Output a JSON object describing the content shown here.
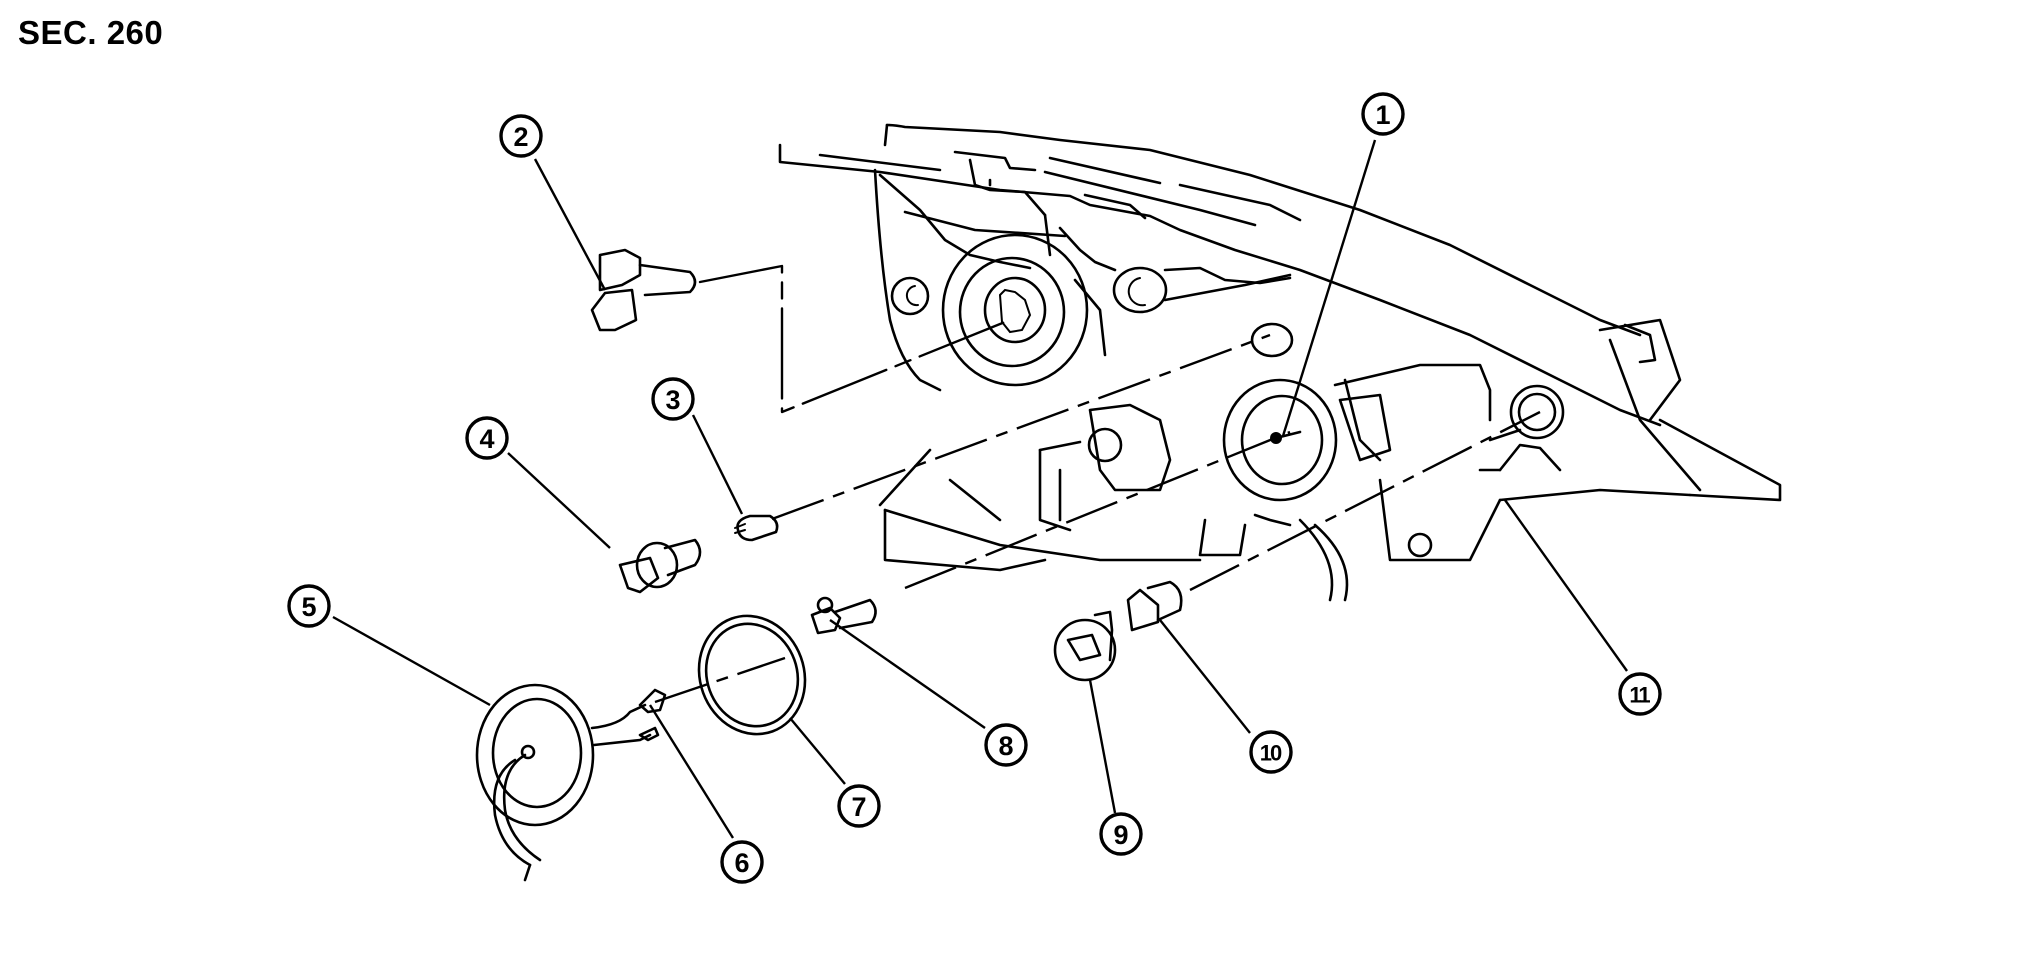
{
  "header": {
    "section": "SEC. 260"
  },
  "diagram": {
    "subject": "Headlamp assembly exploded view (rear side)",
    "callouts": [
      {
        "id": "1",
        "label": "1"
      },
      {
        "id": "2",
        "label": "2"
      },
      {
        "id": "3",
        "label": "3"
      },
      {
        "id": "4",
        "label": "4"
      },
      {
        "id": "5",
        "label": "5"
      },
      {
        "id": "6",
        "label": "6"
      },
      {
        "id": "7",
        "label": "7"
      },
      {
        "id": "8",
        "label": "8"
      },
      {
        "id": "9",
        "label": "9"
      },
      {
        "id": "10",
        "label": "10"
      },
      {
        "id": "11",
        "label": "11"
      }
    ],
    "line_color": "#000000",
    "background": "#ffffff"
  }
}
